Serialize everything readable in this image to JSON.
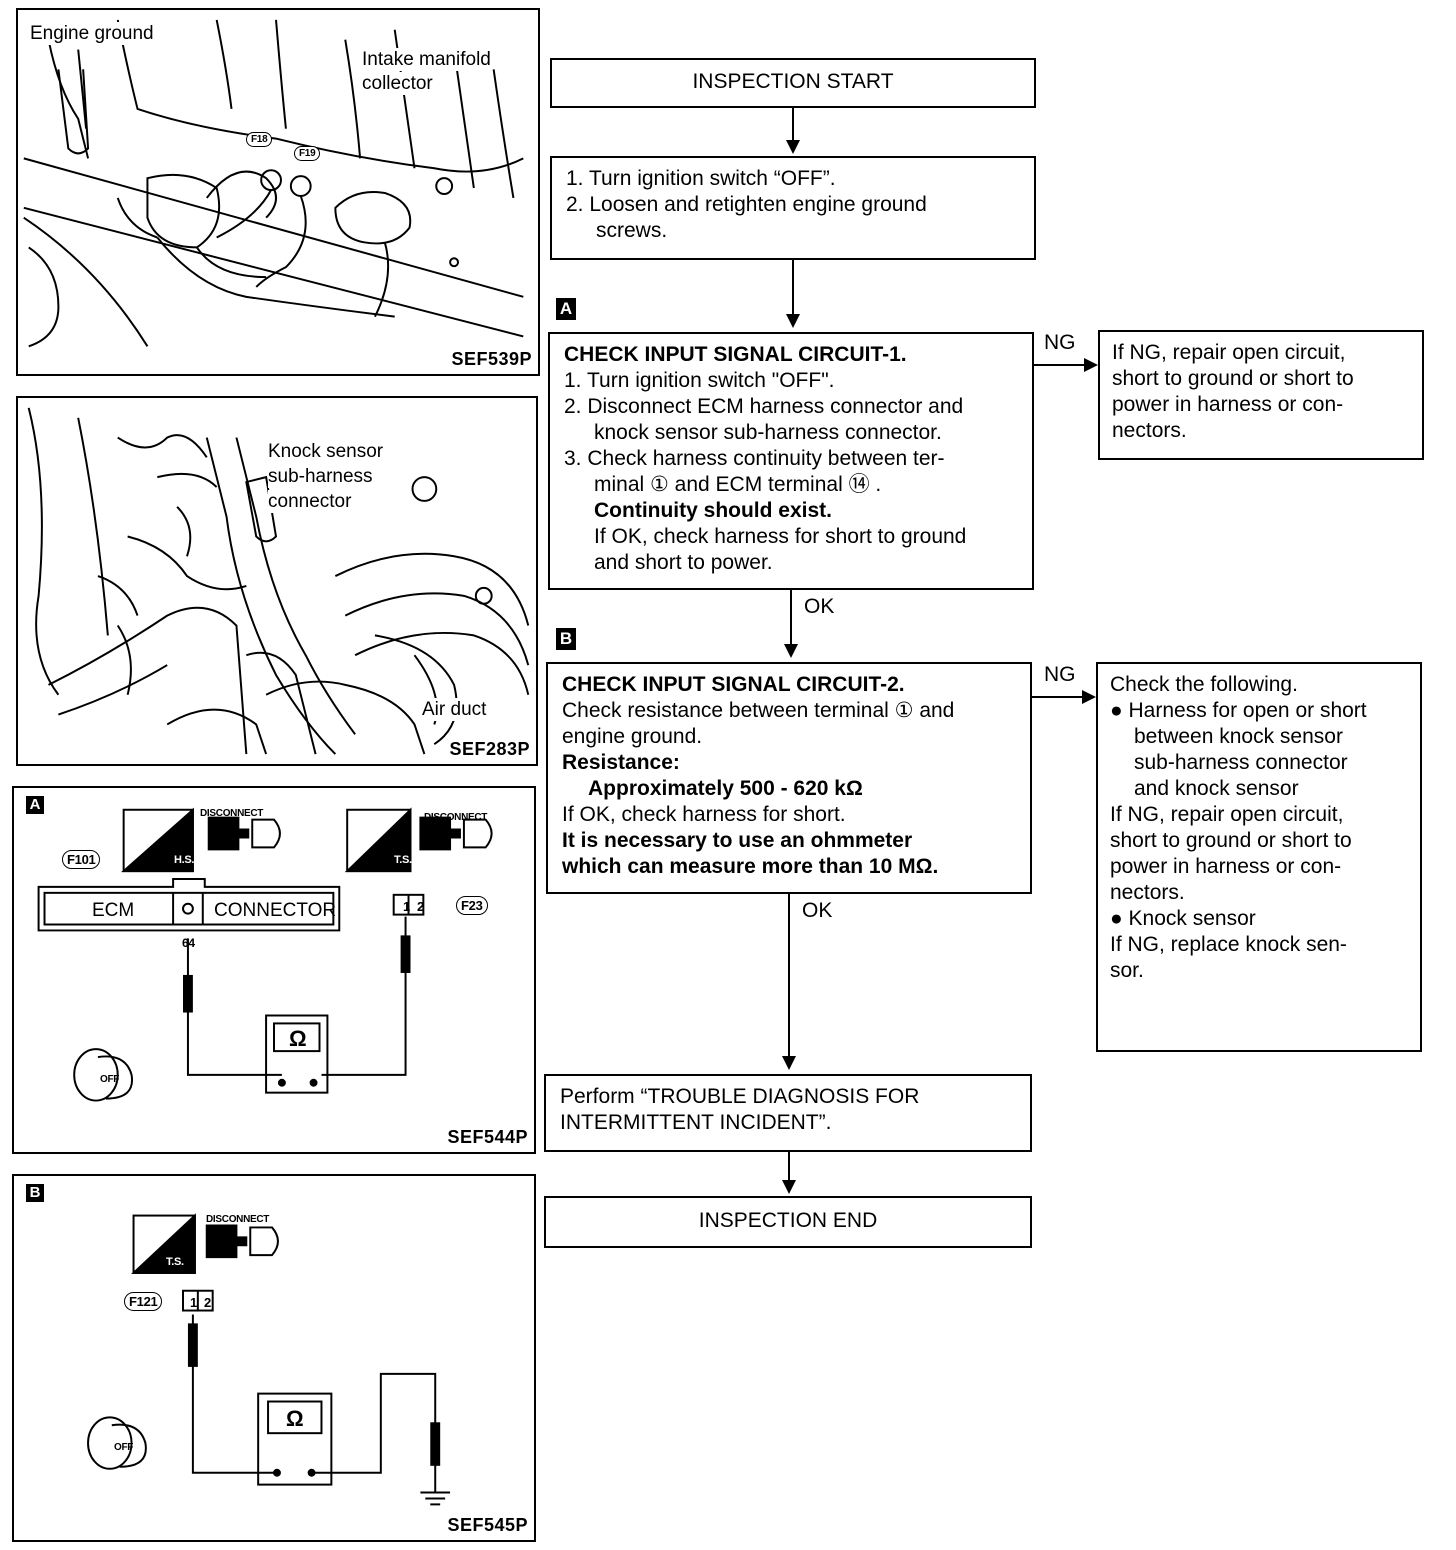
{
  "figures": {
    "fig1": {
      "labels": [
        "Engine ground",
        "Intake manifold",
        "collector",
        "F18",
        "F19"
      ],
      "code": "SEF539P"
    },
    "fig2": {
      "labels": [
        "Knock sensor",
        "sub-harness",
        "connector",
        "Air duct"
      ],
      "code": "SEF283P"
    },
    "fig3": {
      "tag": "A",
      "hs": "H.S.",
      "ts": "T.S.",
      "disconnect": "DISCONNECT",
      "connector_id": "F101",
      "ecm": "ECM",
      "connector": "CONNECTOR",
      "terminal": "64",
      "pin1": "1",
      "pin2": "2",
      "f23": "F23",
      "ohm": "Ω",
      "off": "OFF",
      "code": "SEF544P"
    },
    "fig4": {
      "tag": "B",
      "ts": "T.S.",
      "disconnect": "DISCONNECT",
      "f121": "F121",
      "pin1": "1",
      "pin2": "2",
      "ohm": "Ω",
      "off": "OFF",
      "code": "SEF545P"
    }
  },
  "flow": {
    "start": "INSPECTION START",
    "step1": [
      "1. Turn ignition switch “OFF”.",
      "2. Loosen and retighten engine ground",
      "screws."
    ],
    "tag_a": "A",
    "check1": {
      "title": "CHECK INPUT SIGNAL CIRCUIT-1.",
      "l1": "1.  Turn ignition switch \"OFF\".",
      "l2a": "2.  Disconnect ECM harness connector and",
      "l2b": "knock sensor sub-harness connector.",
      "l3a": "3.  Check harness continuity between ter-",
      "l3b": "minal ①  and ECM terminal ⑭ .",
      "l3c": "Continuity should exist.",
      "l3d": "If OK, check harness for short to ground",
      "l3e": "and short to power."
    },
    "ng1": "NG",
    "ng1_box": [
      "If NG, repair open circuit,",
      "short to ground or short to",
      "power in harness or con-",
      "nectors."
    ],
    "ok1": "OK",
    "tag_b": "B",
    "check2": {
      "title": "CHECK INPUT SIGNAL CIRCUIT-2.",
      "l1": "Check resistance between terminal ①  and",
      "l2": "engine ground.",
      "l3": "Resistance:",
      "l4": "Approximately 500 - 620 kΩ",
      "l5": "If OK, check harness for short.",
      "l6": "It is necessary to use an ohmmeter",
      "l7": "which can measure more than 10 MΩ."
    },
    "ng2": "NG",
    "ng2_box": {
      "l1": "Check the following.",
      "l2": "● Harness for open or short",
      "l3": "between knock sensor",
      "l4": "sub-harness connector",
      "l5": "and knock sensor",
      "l6": "If NG, repair open circuit,",
      "l7": "short to ground or short to",
      "l8": "power in harness or con-",
      "l9": "nectors.",
      "l10": "● Knock sensor",
      "l11": "If NG, replace knock sen-",
      "l12": "sor."
    },
    "ok2": "OK",
    "perform": [
      "Perform “TROUBLE DIAGNOSIS FOR",
      "INTERMITTENT INCIDENT”."
    ],
    "end": "INSPECTION END"
  }
}
